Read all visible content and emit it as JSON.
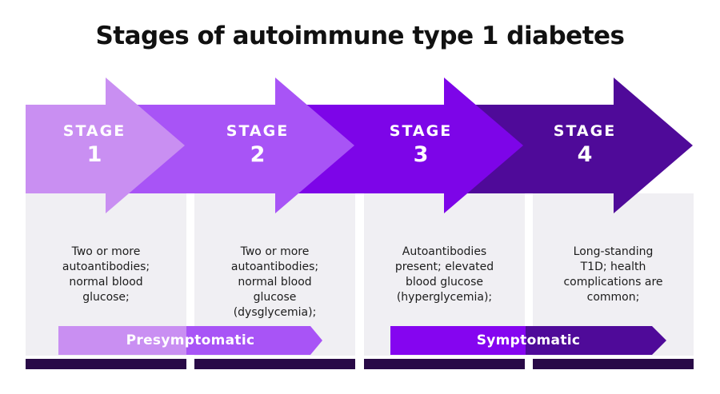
{
  "title": "Stages of autoimmune type 1 diabetes",
  "stages": [
    {
      "label": "STAGE",
      "number": "1",
      "color": "#c98ff2",
      "lines": [
        "Two or more",
        "autoantibodies;",
        "normal blood",
        "glucose;"
      ]
    },
    {
      "label": "STAGE",
      "number": "2",
      "color": "#a854f6",
      "lines": [
        "Two or more",
        "autoantibodies;",
        "normal blood",
        "glucose",
        "(dysglycemia);"
      ]
    },
    {
      "label": "STAGE",
      "number": "3",
      "color": "#7d05e8",
      "lines": [
        "Autoantibodies",
        "present; elevated",
        "blood glucose",
        "(hyperglycemia);"
      ]
    },
    {
      "label": "STAGE",
      "number": "4",
      "color": "#4f0a99",
      "lines": [
        "Long-standing",
        "T1D; health",
        "complications are",
        "common;"
      ]
    }
  ],
  "banners": [
    {
      "label": "Presymptomatic",
      "left_color": "#c98ff2",
      "right_color": "#a854f6"
    },
    {
      "label": "Symptomatic",
      "left_color": "#8505f0",
      "right_color": "#4f0a99"
    }
  ],
  "colors": {
    "column_bg": "#f0eff3",
    "footer_bar": "#290a47",
    "text": "#1c1c1c",
    "title": "#111111"
  }
}
